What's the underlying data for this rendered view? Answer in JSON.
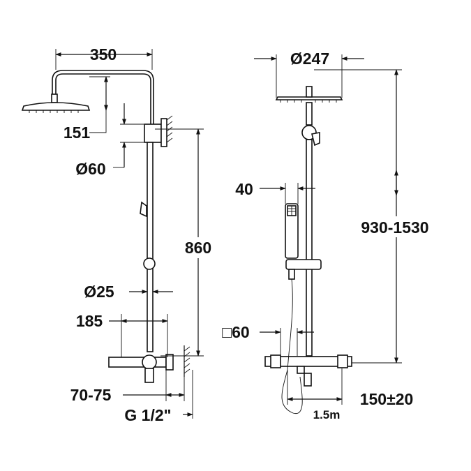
{
  "left_view": {
    "top_width": "350",
    "head_drop": "151",
    "bracket_diameter": "Ø60",
    "rail_height": "860",
    "pipe_diameter": "Ø25",
    "valve_offset": "185",
    "wall_distance": "70-75",
    "thread": "G 1/2\""
  },
  "right_view": {
    "head_diameter": "Ø247",
    "handshower_width": "40",
    "adjustable_height": "930-1530",
    "valve_size": "□60",
    "centre_distance": "150±20",
    "hose_length": "1.5m"
  }
}
